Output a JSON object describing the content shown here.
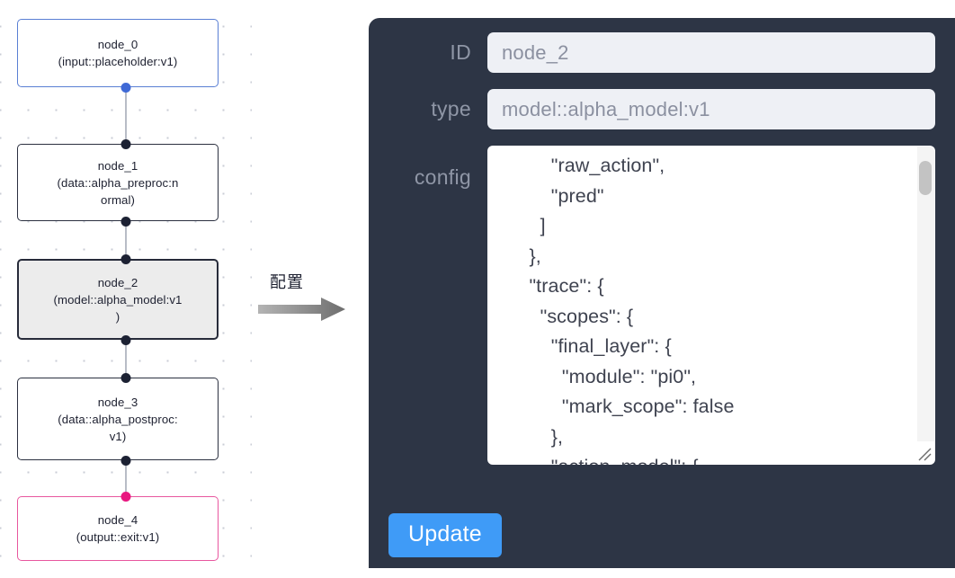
{
  "graph": {
    "nodes": [
      {
        "id": "node_0",
        "type_label": "(input::placeholder:v1)",
        "state": "input"
      },
      {
        "id": "node_1",
        "type_label": "(data::alpha_preproc:n",
        "type_label2": "ormal)",
        "state": "default"
      },
      {
        "id": "node_2",
        "type_label": "(model::alpha_model:v1",
        "type_label2": ")",
        "state": "selected"
      },
      {
        "id": "node_3",
        "type_label": "(data::alpha_postproc:",
        "type_label2": "v1)",
        "state": "default"
      },
      {
        "id": "node_4",
        "type_label": "(output::exit:v1)",
        "state": "output"
      }
    ],
    "colors": {
      "input_border": "#5a7fd4",
      "output_border": "#e8579f",
      "default_border": "#2b3040",
      "selected_fill": "#ececec",
      "handle_default": "#1c2133",
      "handle_input": "#3f69d6",
      "handle_output": "#e8177f",
      "edge": "#b8bcc6"
    }
  },
  "transition": {
    "caption": "配置",
    "arrow_icon": "right-arrow-icon",
    "arrow_color": "#8a8a8a"
  },
  "config_panel": {
    "background": "#2d3545",
    "fields": [
      {
        "key": "id",
        "label": "ID",
        "value": "node_2"
      },
      {
        "key": "type",
        "label": "type",
        "value": "model::alpha_model:v1"
      },
      {
        "key": "config",
        "label": "config",
        "value": "          \"raw_action\",\n          \"pred\"\n        ]\n      },\n      \"trace\": {\n        \"scopes\": {\n          \"final_layer\": {\n            \"module\": \"pi0\",\n            \"mark_scope\": false\n          },\n          \"action_model\": {"
      }
    ],
    "scrollbar": {
      "visible": true,
      "thumb_color": "#c3c3c3"
    },
    "resize_grip": "resize-grip-icon",
    "update_button": {
      "label": "Update",
      "color": "#3f9bf7"
    }
  }
}
